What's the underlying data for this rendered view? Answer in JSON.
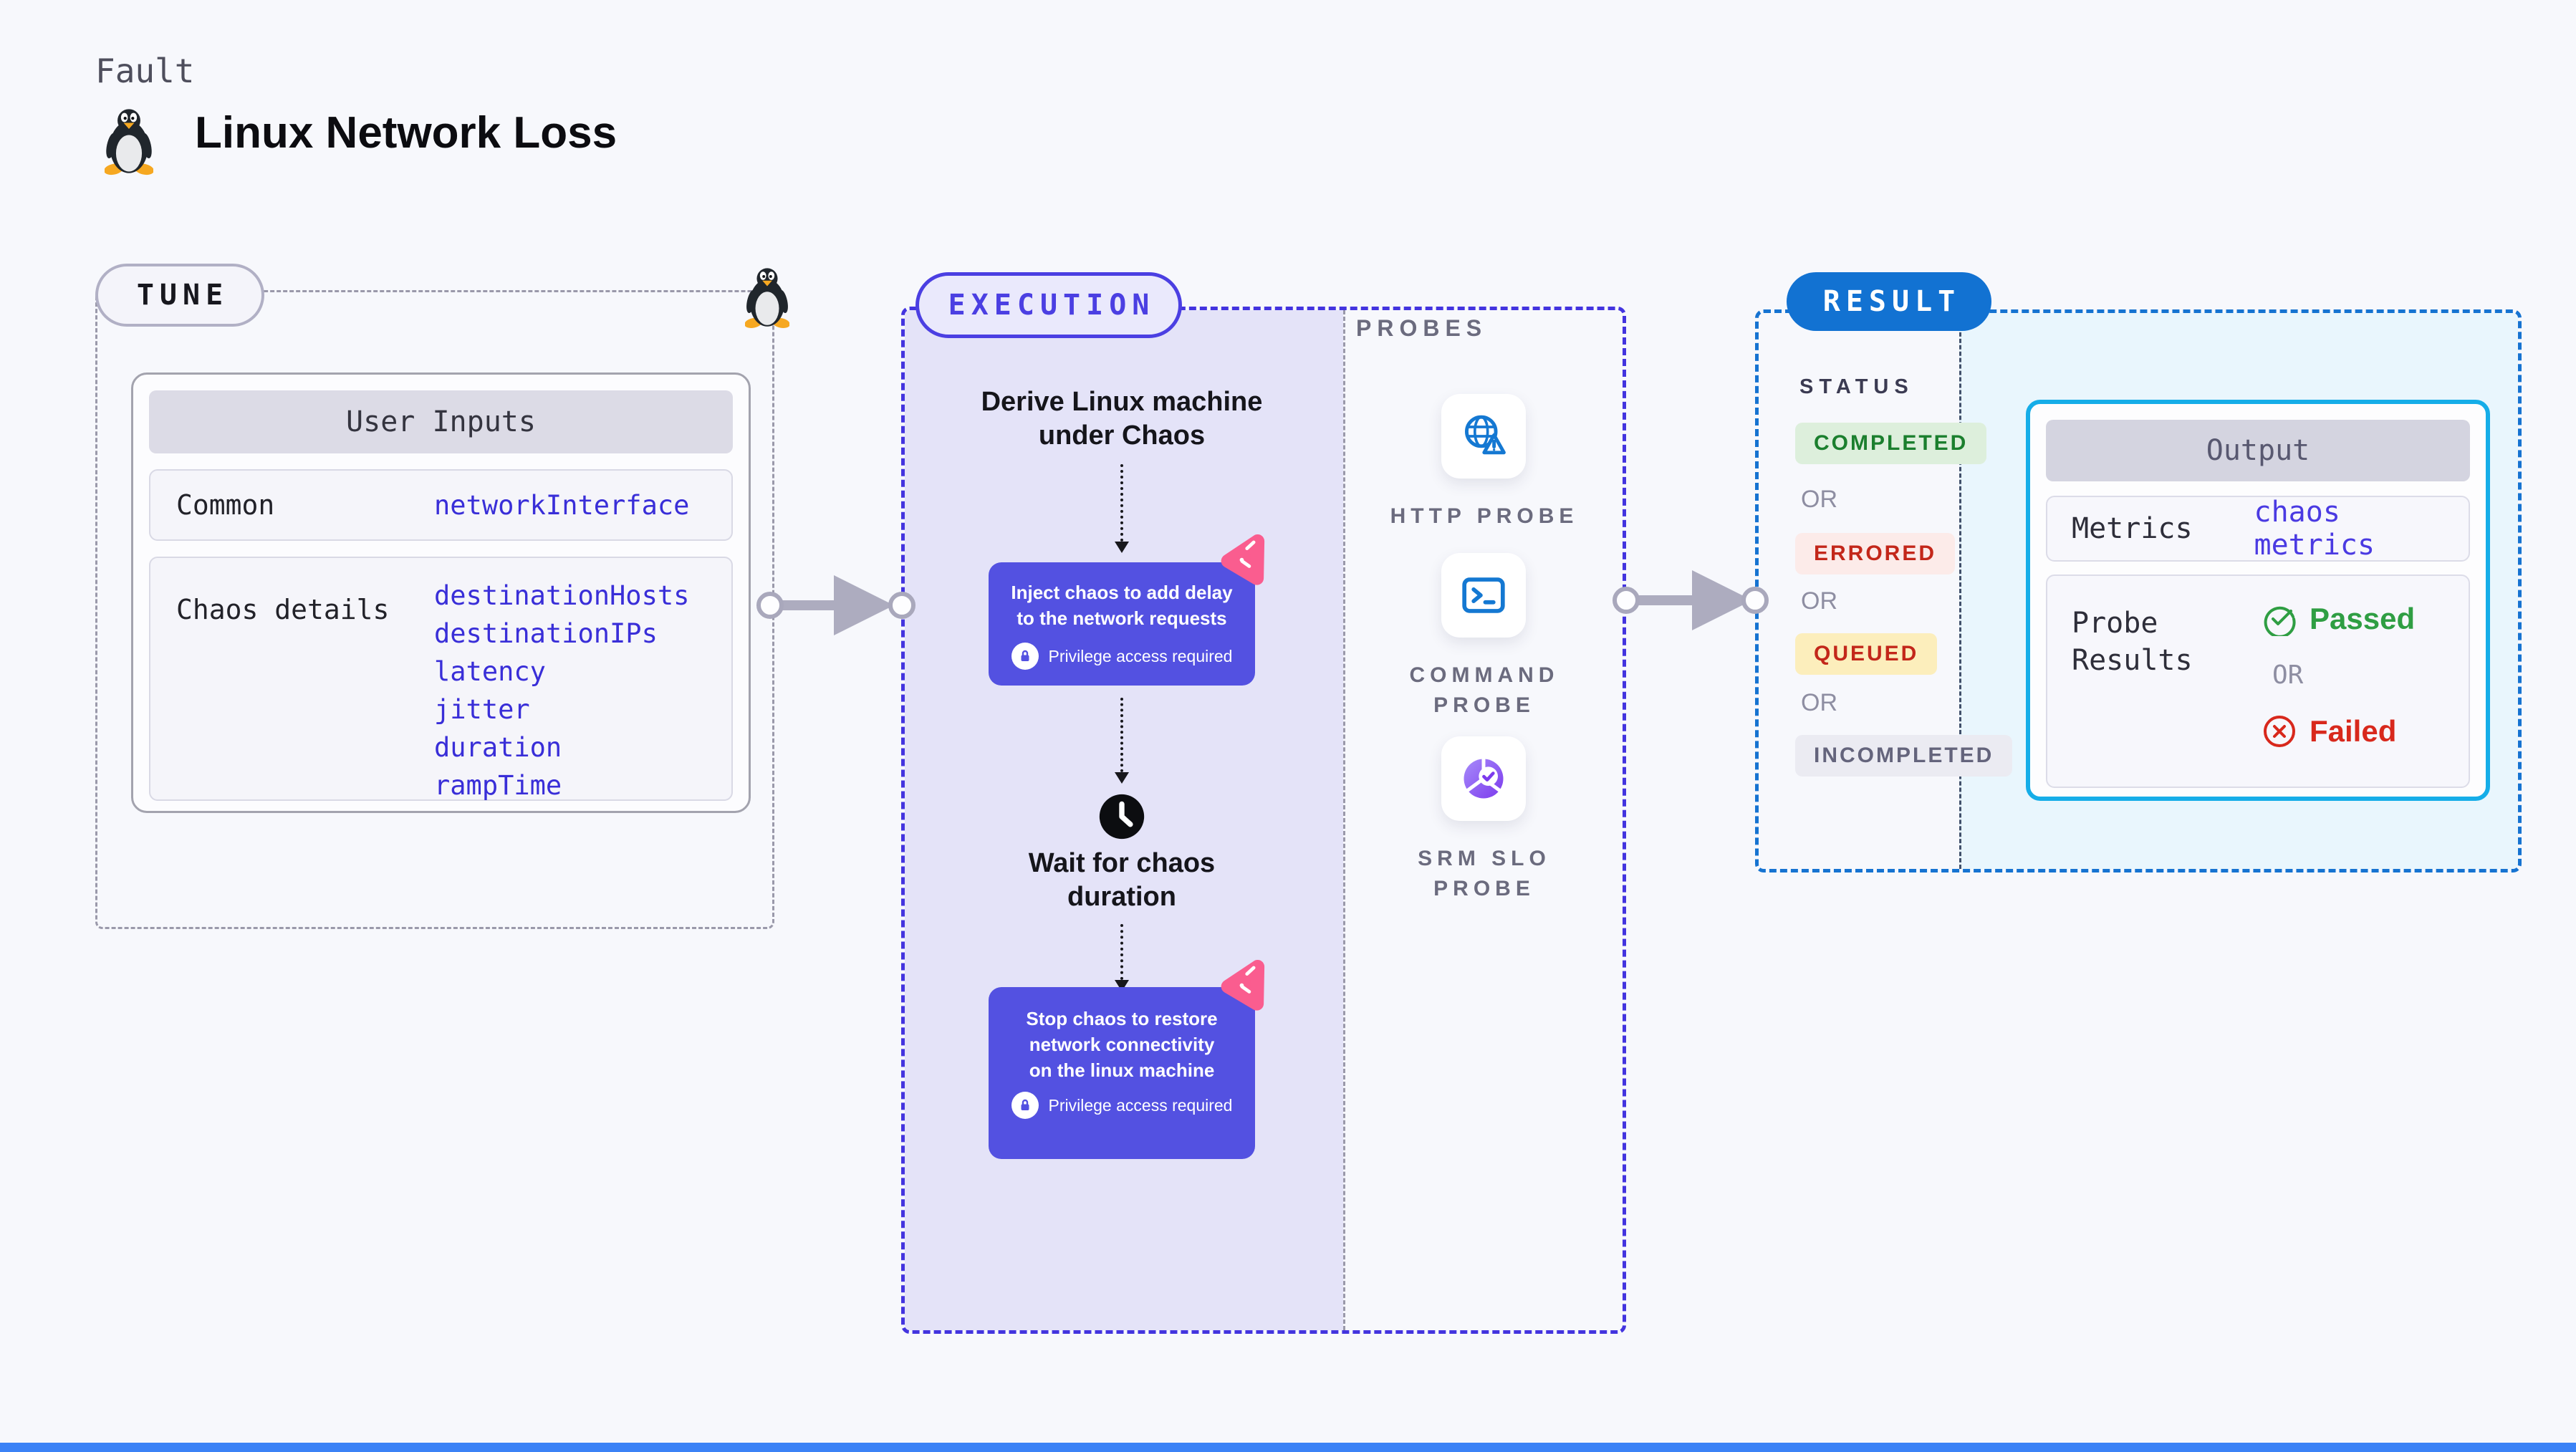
{
  "header": {
    "eyebrow": "Fault",
    "title": "Linux Network Loss"
  },
  "tune": {
    "badge": "TUNE",
    "table": {
      "header": "User Inputs",
      "rows": [
        {
          "label": "Common",
          "values": [
            "networkInterface"
          ]
        },
        {
          "label": "Chaos details",
          "values": [
            "destinationHosts",
            "destinationIPs",
            "latency",
            "jitter",
            "duration",
            "rampTime"
          ]
        }
      ]
    }
  },
  "execution": {
    "badge": "EXECUTION",
    "derive": "Derive Linux machine under Chaos",
    "inject": {
      "text": "Inject chaos to add delay to the network requests",
      "privilege": "Privilege access required"
    },
    "wait": "Wait for chaos duration",
    "stop": {
      "text": "Stop chaos to restore network connectivity on the linux machine",
      "privilege": "Privilege access required"
    }
  },
  "probes": {
    "label": "PROBES",
    "items": [
      {
        "label": "HTTP PROBE",
        "icon": "globe-alert-icon"
      },
      {
        "label": "COMMAND PROBE",
        "icon": "terminal-icon"
      },
      {
        "label": "SRM SLO PROBE",
        "icon": "slo-donut-check-icon"
      }
    ]
  },
  "result": {
    "badge": "RESULT",
    "status": {
      "label": "STATUS",
      "or": "OR",
      "badges": [
        {
          "text": "COMPLETED"
        },
        {
          "text": "ERRORED"
        },
        {
          "text": "QUEUED"
        },
        {
          "text": "INCOMPLETED"
        }
      ]
    },
    "output": {
      "header": "Output",
      "metrics_label": "Metrics",
      "metrics_value": "chaos metrics",
      "probe_results_label": "Probe Results",
      "passed": "Passed",
      "or": "OR",
      "failed": "Failed"
    }
  },
  "colors": {
    "accent_purple": "#4334df",
    "node_purple": "#5351e1",
    "lavender_fill": "#e4e3f8",
    "chaos_pink": "#fa5d8f",
    "result_blue": "#1272d2",
    "output_border_cyan": "#15ade8",
    "probe_blue": "#1478d2",
    "passed_green": "#2f9e43",
    "failed_red": "#d8281c",
    "code_blue": "#392ed8",
    "completed_bg": "#ddefdc",
    "errored_bg": "#fcebe9",
    "queued_bg": "#fceebc",
    "incompleted_bg": "#ebebf2"
  }
}
